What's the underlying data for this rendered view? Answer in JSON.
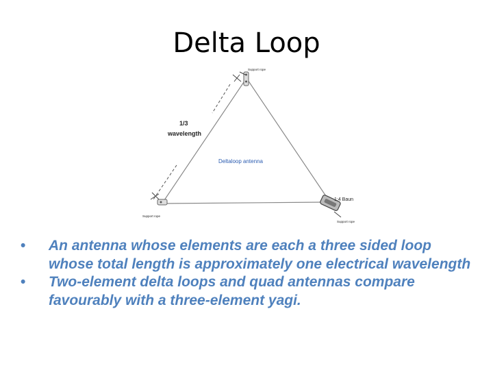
{
  "slide": {
    "title": "Delta Loop",
    "bullets": [
      "An antenna whose elements are each a three sided loop whose total length is approximately one electrical wavelength",
      "Two-element delta loops and quad antennas compare favourably with a three-element yagi."
    ],
    "bullet_glyph": "•"
  },
  "diagram": {
    "support_top": "Support rope",
    "support_left": "Support rope",
    "support_right": "Support rope",
    "side_label_line1": "1/3",
    "side_label_line2": "wavelength",
    "center_label": "Deltaloop antenna",
    "balun_label": "1:4 Baun",
    "icons": [
      "antenna-wire",
      "insulator-icon",
      "balun-icon"
    ],
    "colors": {
      "center_label": "#2a5bb0",
      "wire": "#777777",
      "text": "#222222"
    }
  }
}
